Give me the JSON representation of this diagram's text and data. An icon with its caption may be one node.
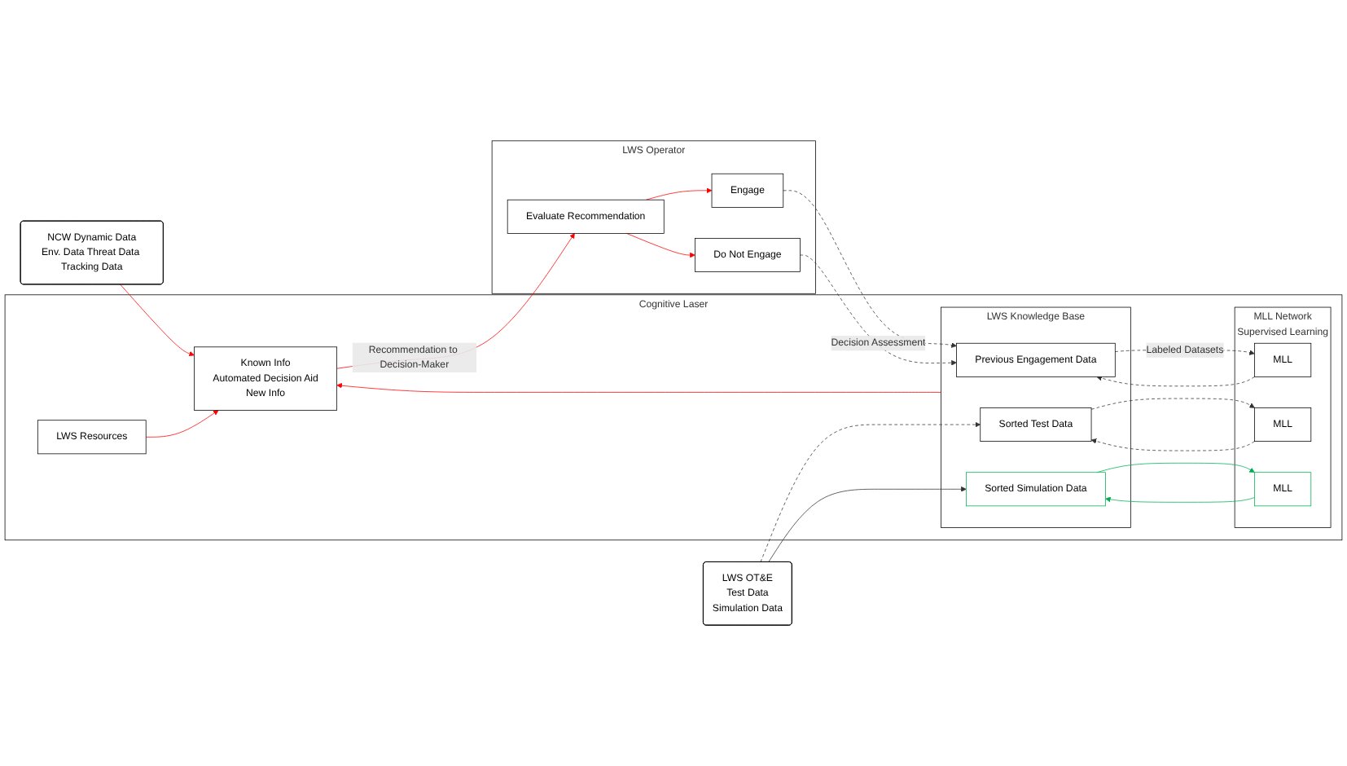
{
  "diagram": {
    "nodes": [
      {
        "text": [
          "NCW Dynamic Data",
          "Env. Data Threat Data Tracking Data"
        ]
      },
      {
        "text": [
          "Cognitive Laser"
        ]
      },
      {
        "text": [
          "LWS Resources"
        ],
        "in": 1
      },
      {
        "text": [
          "LWS Knowledge Base"
        ],
        "in": 1
      },
      {
        "text": [
          "Previous Engagement Data"
        ],
        "in": 3
      },
      {
        "text": [
          "Sorted Test Data"
        ],
        "in": 3
      },
      {
        "text": [
          "Sorted Simulation Data"
        ],
        "in": 3
      },
      {
        "text": [
          "Known Info",
          "Automated Decision Aid",
          "New Info"
        ],
        "in": 1
      },
      {
        "text": [
          "MLL Network",
          "Supervised Learning"
        ],
        "in": 1
      },
      {
        "text": [
          "MLL"
        ],
        "in": 8
      },
      {
        "text": [
          "MLL"
        ],
        "in": 8
      },
      {
        "text": [
          "MLL"
        ],
        "in": 8
      },
      {
        "text": [
          "LWS Operator"
        ]
      },
      {
        "text": [
          "Evaluate Recommendation"
        ],
        "in": 12
      },
      {
        "text": [
          "Engage"
        ],
        "in": 12
      },
      {
        "text": [
          "Do Not Engage"
        ],
        "in": 12
      },
      {
        "text": [
          "LWS OT&E",
          "Test Data",
          "Simulation Data"
        ]
      }
    ],
    "edges": [
      {
        "from": 0,
        "to": 7,
        "arrow": "to",
        "color": "#ff0000"
      },
      {
        "from": 2,
        "to": 7,
        "arrow": "to",
        "color": "#ff0000"
      },
      {
        "from": 3,
        "to": 7,
        "arrow": "to",
        "color": "#ff0000"
      },
      {
        "from": 7,
        "to": 13,
        "arrow": "to",
        "label": "Recommendation to Decision-Maker",
        "color": "#ff0000"
      },
      {
        "from": 13,
        "to": 14,
        "arrow": "to",
        "color": "#ff0000"
      },
      {
        "from": 13,
        "to": 15,
        "arrow": "to",
        "color": "#ff0000"
      },
      {
        "from": 4,
        "to": 9,
        "arrow": "to",
        "label": "Labeled Datasets",
        "style": "dashed"
      },
      {
        "from": 9,
        "to": 4,
        "arrow": "to",
        "style": "dashed"
      },
      {
        "from": 16,
        "to": 5,
        "arrow": "to",
        "style": "dashed"
      },
      {
        "from": 5,
        "to": 10,
        "arrow": "to",
        "style": "dashed"
      },
      {
        "from": 10,
        "to": 5,
        "arrow": "to",
        "style": "dashed"
      },
      {
        "from": 16,
        "to": 6,
        "arrow": "to"
      },
      {
        "from": 6,
        "to": 11,
        "arrow": "to",
        "color": "#00b050"
      },
      {
        "from": 11,
        "to": 6,
        "arrow": "to",
        "color": "#00b050"
      },
      {
        "from": 14,
        "to": 4,
        "arrow": "to",
        "label": "Decision Assessment",
        "style": "dashed"
      },
      {
        "from": 15,
        "to": 4,
        "arrow": "to",
        "style": "dashed"
      }
    ]
  }
}
